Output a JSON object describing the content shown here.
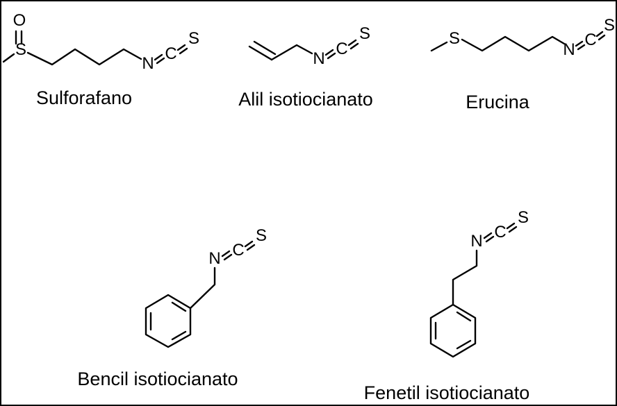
{
  "compounds": [
    {
      "name": "Sulforafano",
      "atoms": {
        "oxygen": "O",
        "sulfur": "S",
        "nitrogen": "N",
        "carbon": "C",
        "thio": "S"
      }
    },
    {
      "name": "Alil isotiocianato",
      "atoms": {
        "nitrogen": "N",
        "carbon": "C",
        "thio": "S"
      }
    },
    {
      "name": "Erucina",
      "atoms": {
        "sulfur": "S",
        "nitrogen": "N",
        "carbon": "C",
        "thio": "S"
      }
    },
    {
      "name": "Bencil isotiocianato",
      "atoms": {
        "nitrogen": "N",
        "carbon": "C",
        "thio": "S"
      }
    },
    {
      "name": "Fenetil isotiocianato",
      "atoms": {
        "nitrogen": "N",
        "carbon": "C",
        "thio": "S"
      }
    }
  ]
}
